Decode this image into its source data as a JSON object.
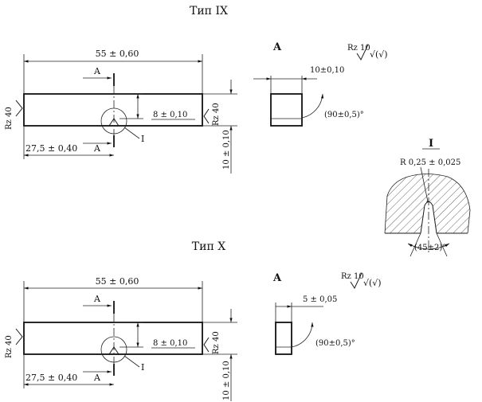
{
  "type9": {
    "title": "Тип IX",
    "length_dim": "55 ± 0,60",
    "notch_pos_dim": "27,5 ± 0,40",
    "notch_depth_dim": "8 ± 0,10",
    "height_dim": "10 ± 0,10",
    "section_mark": "A",
    "detail_mark": "I",
    "rz_left": "Rz 40",
    "rz_right": "Rz 40",
    "section_title": "A",
    "section_width_dim": "10±0,10",
    "section_angle": "(90±0,5)°",
    "rz_top": "Rz 10",
    "rz_symbol": "√(√)"
  },
  "detail": {
    "mark": "I",
    "radius": "R 0,25 ± 0,025",
    "angle": "(45±2)°"
  },
  "type10": {
    "title": "Тип X",
    "length_dim": "55 ± 0,60",
    "notch_pos_dim": "27,5 ± 0,40",
    "notch_depth_dim": "8 ± 0,10",
    "height_dim": "10 ± 0,10",
    "section_mark": "A",
    "detail_mark": "I",
    "rz_left": "Rz 40",
    "rz_right": "Rz 40",
    "section_title": "A",
    "section_width_dim": "5 ± 0,05",
    "section_angle": "(90±0,5)°",
    "rz_top": "Rz 10",
    "rz_symbol": "√(√)"
  }
}
